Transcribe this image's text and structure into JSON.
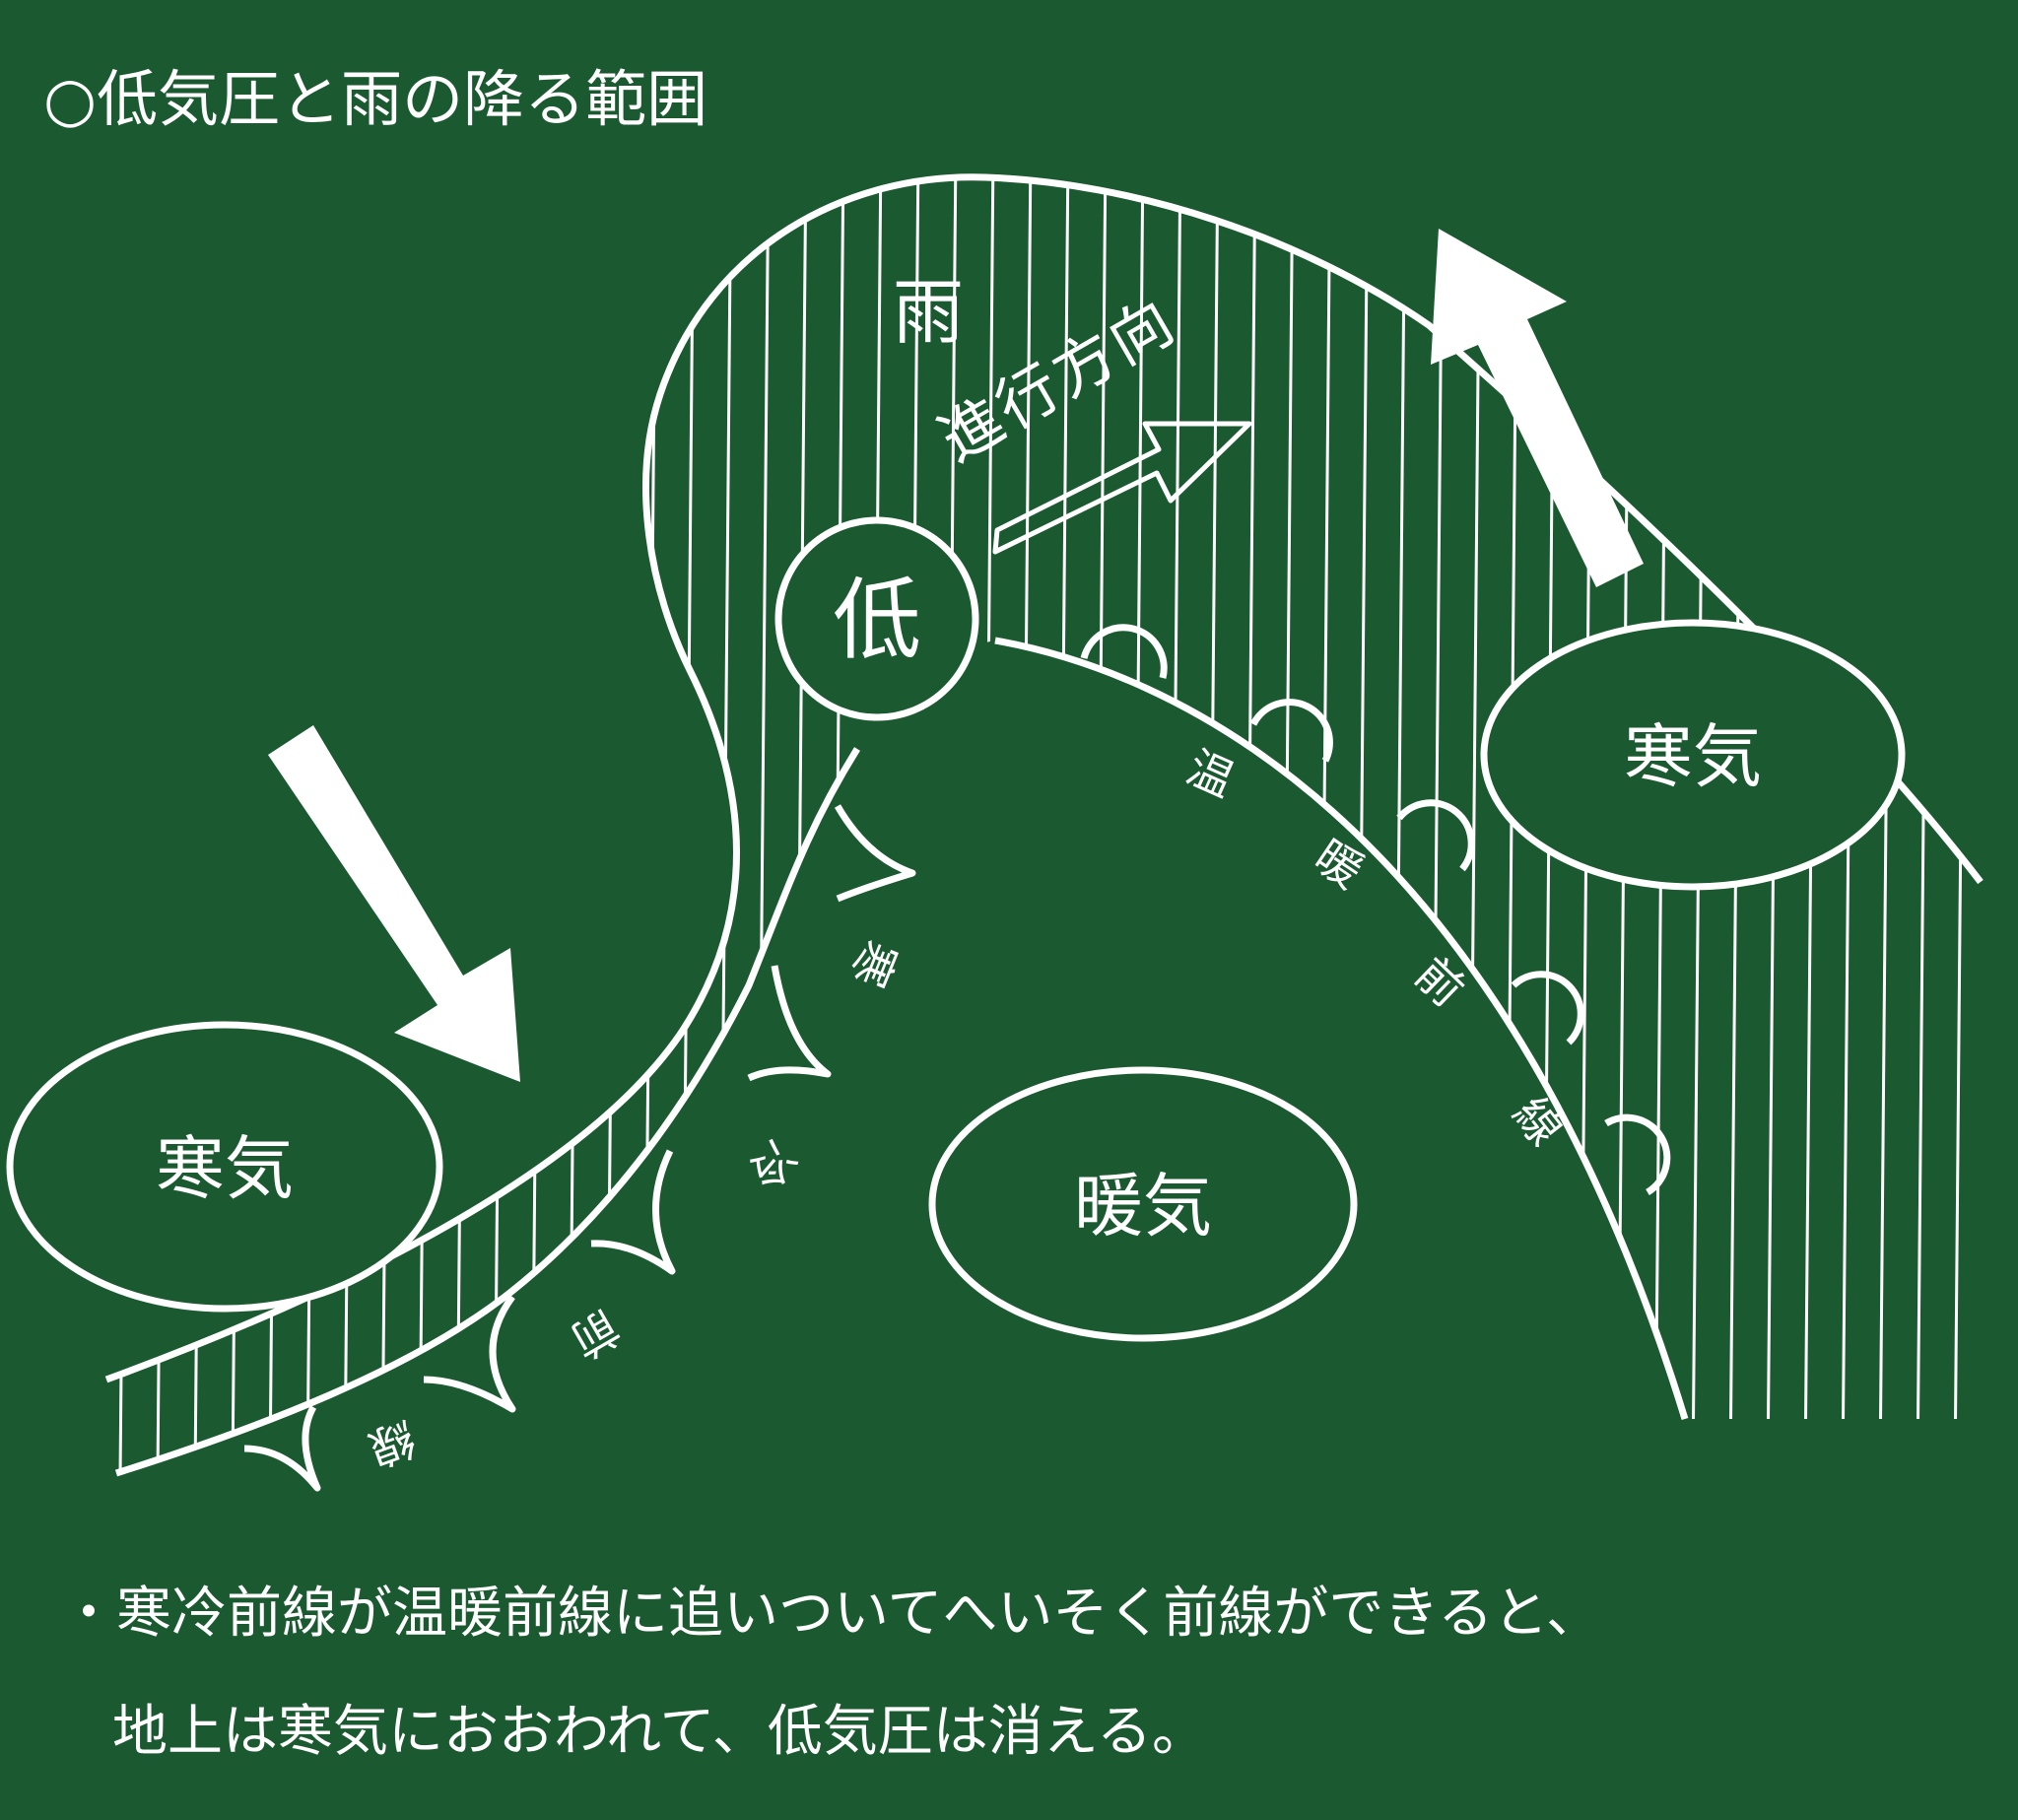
{
  "title": "○低気圧と雨の降る範囲",
  "labels": {
    "rain": "雨",
    "direction": "進行方向",
    "low": "低",
    "cold_air_right": "寒気",
    "cold_air_left": "寒気",
    "warm_air": "暖気",
    "warm_front": [
      "温",
      "暖",
      "前",
      "線"
    ],
    "cold_front": [
      "寒",
      "冷",
      "前",
      "線"
    ]
  },
  "notes": [
    "・寒冷前線が温暖前線に追いついてへいそく前線ができると、",
    "地上は寒気におおわれて、低気圧は消える。"
  ]
}
